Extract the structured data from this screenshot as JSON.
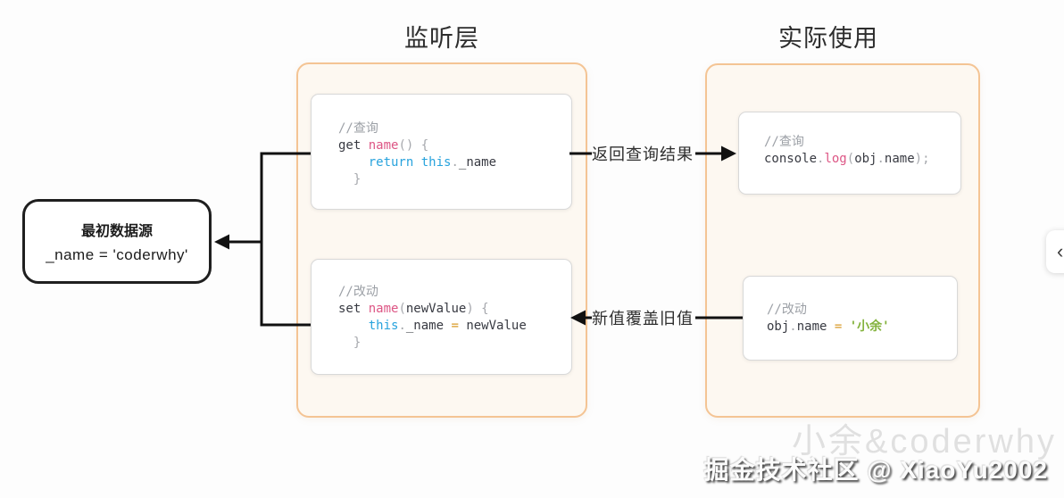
{
  "titles": {
    "left": "监听层",
    "right": "实际使用"
  },
  "source_box": {
    "line1": "最初数据源",
    "line2": "_name = 'coderwhy'"
  },
  "arrows": {
    "query_label": "返回查询结果",
    "set_label": "新值覆盖旧值"
  },
  "code_boxes": {
    "getter": {
      "lines": [
        [
          {
            "c": "c",
            "t": "//查询"
          }
        ],
        [
          {
            "c": "d",
            "t": "get "
          },
          {
            "c": "p",
            "t": "name"
          },
          {
            "c": "g",
            "t": "() {"
          }
        ],
        [
          {
            "c": "d",
            "t": "    "
          },
          {
            "c": "b",
            "t": "return"
          },
          {
            "c": "d",
            "t": " "
          },
          {
            "c": "b",
            "t": "this"
          },
          {
            "c": "g",
            "t": "."
          },
          {
            "c": "d",
            "t": "_name"
          }
        ],
        [
          {
            "c": "g",
            "t": "  }"
          }
        ]
      ]
    },
    "setter": {
      "lines": [
        [
          {
            "c": "c",
            "t": "//改动"
          }
        ],
        [
          {
            "c": "d",
            "t": "set "
          },
          {
            "c": "p",
            "t": "name"
          },
          {
            "c": "g",
            "t": "("
          },
          {
            "c": "d",
            "t": "newValue"
          },
          {
            "c": "g",
            "t": ") {"
          }
        ],
        [
          {
            "c": "d",
            "t": "    "
          },
          {
            "c": "b",
            "t": "this"
          },
          {
            "c": "g",
            "t": "."
          },
          {
            "c": "d",
            "t": "_name "
          },
          {
            "c": "o",
            "t": "="
          },
          {
            "c": "d",
            "t": " newValue"
          }
        ],
        [
          {
            "c": "g",
            "t": "  }"
          }
        ]
      ]
    },
    "console": {
      "lines": [
        [
          {
            "c": "c",
            "t": "//查询"
          }
        ],
        [
          {
            "c": "d",
            "t": "console"
          },
          {
            "c": "g",
            "t": "."
          },
          {
            "c": "p",
            "t": "log"
          },
          {
            "c": "g",
            "t": "("
          },
          {
            "c": "d",
            "t": "obj"
          },
          {
            "c": "g",
            "t": "."
          },
          {
            "c": "d",
            "t": "name"
          },
          {
            "c": "g",
            "t": ");"
          }
        ]
      ]
    },
    "assign": {
      "lines": [
        [
          {
            "c": "c",
            "t": "//改动"
          }
        ],
        [
          {
            "c": "d",
            "t": "obj"
          },
          {
            "c": "g",
            "t": "."
          },
          {
            "c": "d",
            "t": "name "
          },
          {
            "c": "o",
            "t": "="
          },
          {
            "c": "s",
            "t": " '小余'"
          }
        ]
      ]
    }
  },
  "side_button": {
    "icon": "‹"
  },
  "watermark": {
    "main": "掘金技术社区 @ XiaoYu2002",
    "ghost": "小余&coderwhy"
  },
  "colors": {
    "panel_border_orange": "#f4c494",
    "panel_bg": "#fdf8f1",
    "code_box_border": "#d8d8d8",
    "code_default": "#383a42",
    "code_comment": "#9ca0a6",
    "code_pink": "#dd5685",
    "code_blue": "#28a3dd",
    "code_punct": "#a6a8ad",
    "code_operator_orange": "#d99a26",
    "code_string_green": "#84b33e",
    "arrow_black": "#111111",
    "source_box_border": "#1f1f1f"
  }
}
